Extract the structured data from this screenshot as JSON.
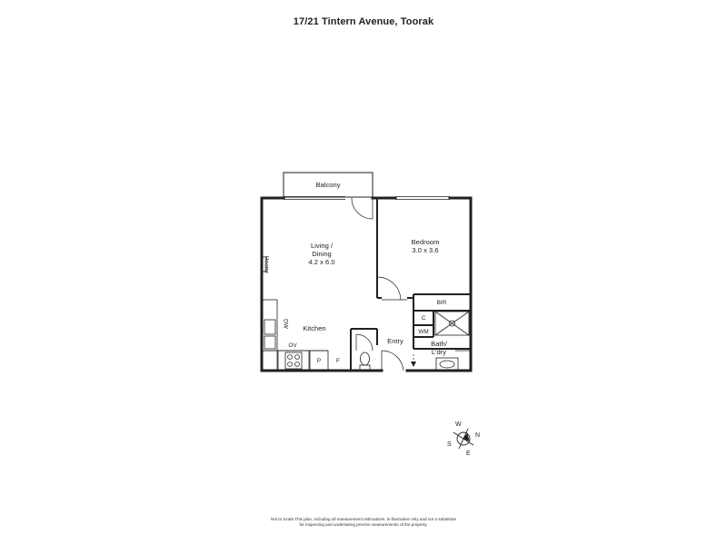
{
  "title": "17/21 Tintern Avenue, Toorak",
  "rooms": {
    "balcony": "Balcony",
    "living_name": "Living /",
    "living_name2": "Dining",
    "living_dims": "4.2 x 6.0",
    "bedroom_name": "Bedroom",
    "bedroom_dims": "3.0 x 3.6",
    "bir": "BIR",
    "c": "C",
    "wm": "WM",
    "bath_name": "Bath/",
    "bath_name2": "L'dry",
    "kitchen": "Kitchen",
    "entry": "Entry",
    "heater": "Heater",
    "dw": "DW",
    "ov": "OV",
    "p": "P",
    "f": "F"
  },
  "compass": {
    "n": "N",
    "s": "S",
    "e": "E",
    "w": "W"
  },
  "disclaimer": {
    "line1": "Not to Scale.This plan, including all measurement estimations, is illustrative only and not a substitute",
    "line2": "for inspecting and undertaking precise measurements of the property."
  }
}
